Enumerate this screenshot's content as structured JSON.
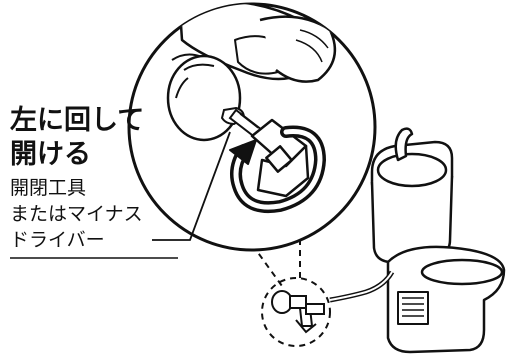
{
  "instruction": {
    "line1": "左に回して",
    "line2": "開ける"
  },
  "tool": {
    "line1": "開閉工具",
    "line2": "またはマイナス",
    "line3": "ドライバー"
  },
  "icons": [
    "hand-icon",
    "screwdriver-icon",
    "rotate-arrow-icon",
    "valve-icon",
    "toilet-icon",
    "water-hose-icon"
  ],
  "colors": {
    "stroke": "#111111",
    "fill": "#ffffff"
  }
}
